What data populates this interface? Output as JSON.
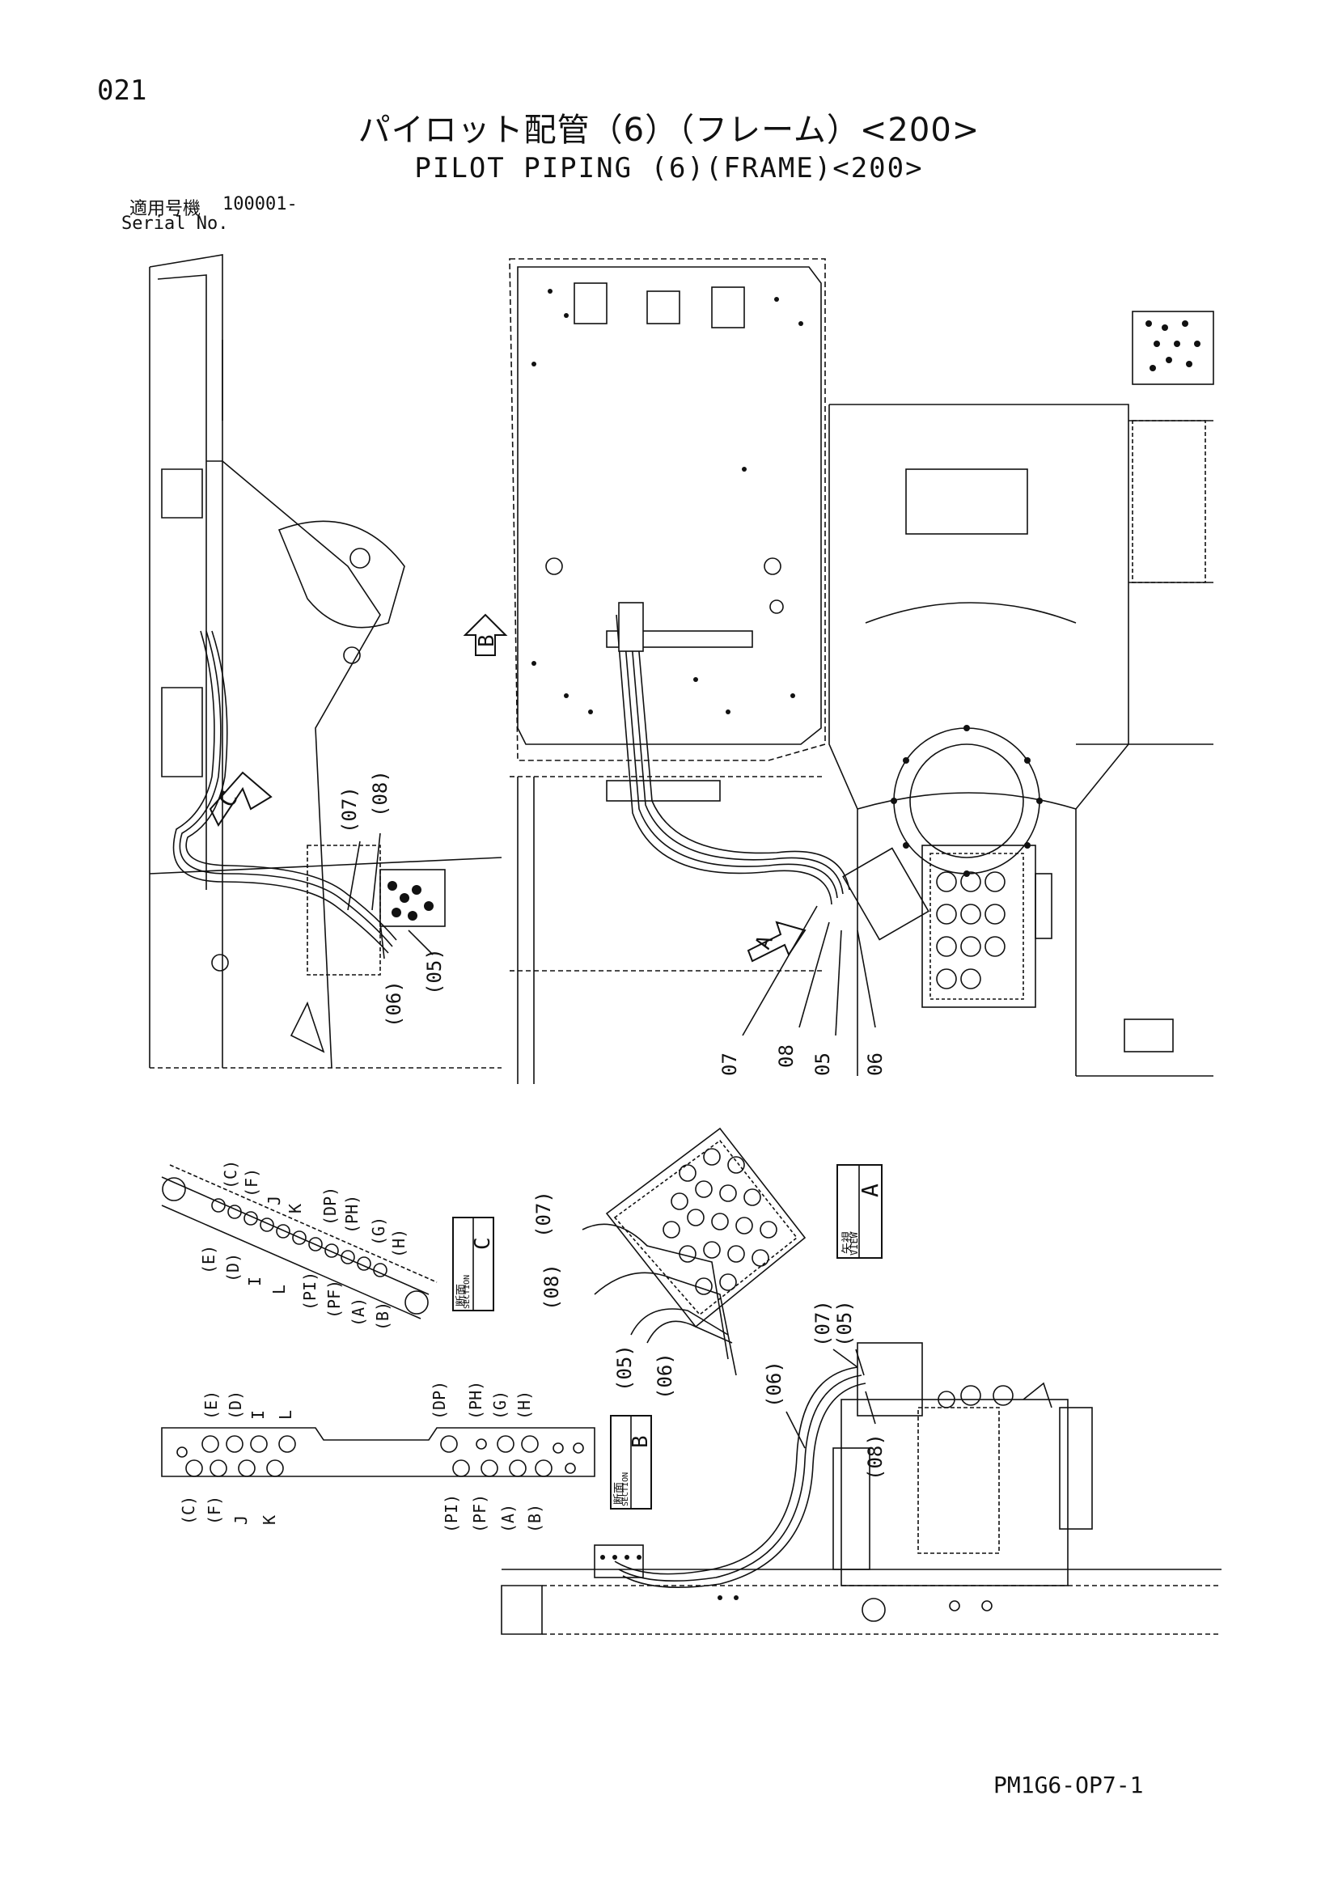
{
  "header": {
    "page_number": "021",
    "title_jp": "パイロット配管（6）（フレーム）<200>",
    "title_en": "PILOT PIPING (6)(FRAME)<200>",
    "serial_label_jp": "適用号機",
    "serial_value": "100001-",
    "serial_label_en": "Serial No."
  },
  "footer": {
    "doc_code": "PM1G6-OP7-1"
  },
  "view_arrows": {
    "b": "B",
    "c": "C",
    "a": "A"
  },
  "callouts": {
    "left_top": [
      "(07)",
      "(08)"
    ],
    "left_bottom": [
      "(05)",
      "(06)"
    ],
    "center": [
      "07",
      "08",
      "05",
      "06"
    ],
    "view_a": [
      "(07)",
      "(08)",
      "(05)",
      "(06)"
    ],
    "lower_right": [
      "(06)",
      "(07)",
      "(05)",
      "(08)"
    ]
  },
  "view_a_box": {
    "jp": "矢視",
    "en": "VIEW",
    "letter": "A"
  },
  "section_c_box": {
    "jp": "断面",
    "en": "SECTION",
    "letter": "C"
  },
  "section_b_box": {
    "jp": "断面",
    "en": "SECTION",
    "letter": "B"
  },
  "section_c_ports": {
    "top": [
      "(C)",
      "(F)",
      "J",
      "K",
      "(DP)",
      "(PH)",
      "(G)",
      "(H)"
    ],
    "bottom": [
      "(E)",
      "(D)",
      "I",
      "L",
      "(PI)",
      "(PF)",
      "(A)",
      "(B)"
    ]
  },
  "section_b_left": {
    "top": [
      "(E)",
      "(D)",
      "I",
      "L"
    ],
    "bottom": [
      "(C)",
      "(F)",
      "J",
      "K"
    ]
  },
  "section_b_right": {
    "top": [
      "(DP)",
      "(PH)",
      "(G)",
      "(H)"
    ],
    "bottom": [
      "(PI)",
      "(PF)",
      "(A)",
      "(B)"
    ]
  }
}
